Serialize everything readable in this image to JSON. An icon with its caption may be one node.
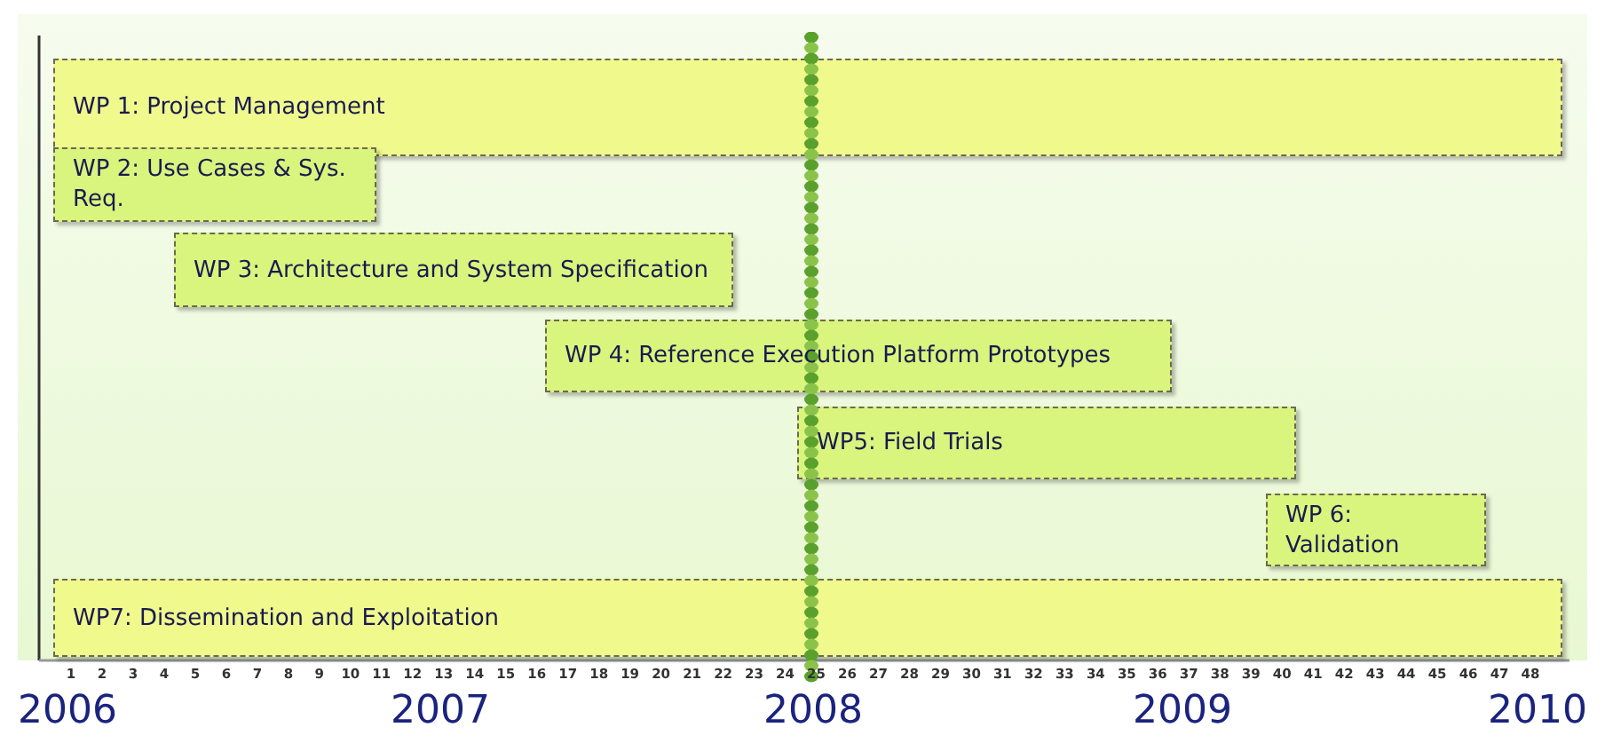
{
  "diagram": {
    "nodes": [
      {
        "text": [
          "WP 1: Project Management"
        ]
      },
      {
        "text": [
          "WP 2: Use Cases & Sys. Req."
        ]
      },
      {
        "text": [
          "WP 3: Architecture and System Specification"
        ]
      },
      {
        "text": [
          "WP 4: Reference Execution Platform Prototypes"
        ]
      },
      {
        "text": [
          "WP5: Field Trials"
        ]
      },
      {
        "text": [
          "WP 6: Validation"
        ]
      },
      {
        "text": [
          "WP7: Dissemination and Exploitation"
        ]
      }
    ],
    "edges": [],
    "labels": [
      "1",
      "2",
      "3",
      "4",
      "5",
      "6",
      "7",
      "8",
      "9",
      "10",
      "11",
      "12",
      "13",
      "14",
      "15",
      "16",
      "17",
      "18",
      "19",
      "20",
      "21",
      "22",
      "23",
      "24",
      "25",
      "26",
      "27",
      "28",
      "29",
      "30",
      "31",
      "32",
      "33",
      "34",
      "35",
      "36",
      "37",
      "38",
      "39",
      "40",
      "41",
      "42",
      "43",
      "44",
      "45",
      "46",
      "47",
      "48",
      "2006",
      "2007",
      "2008",
      "2009",
      "2010"
    ]
  }
}
